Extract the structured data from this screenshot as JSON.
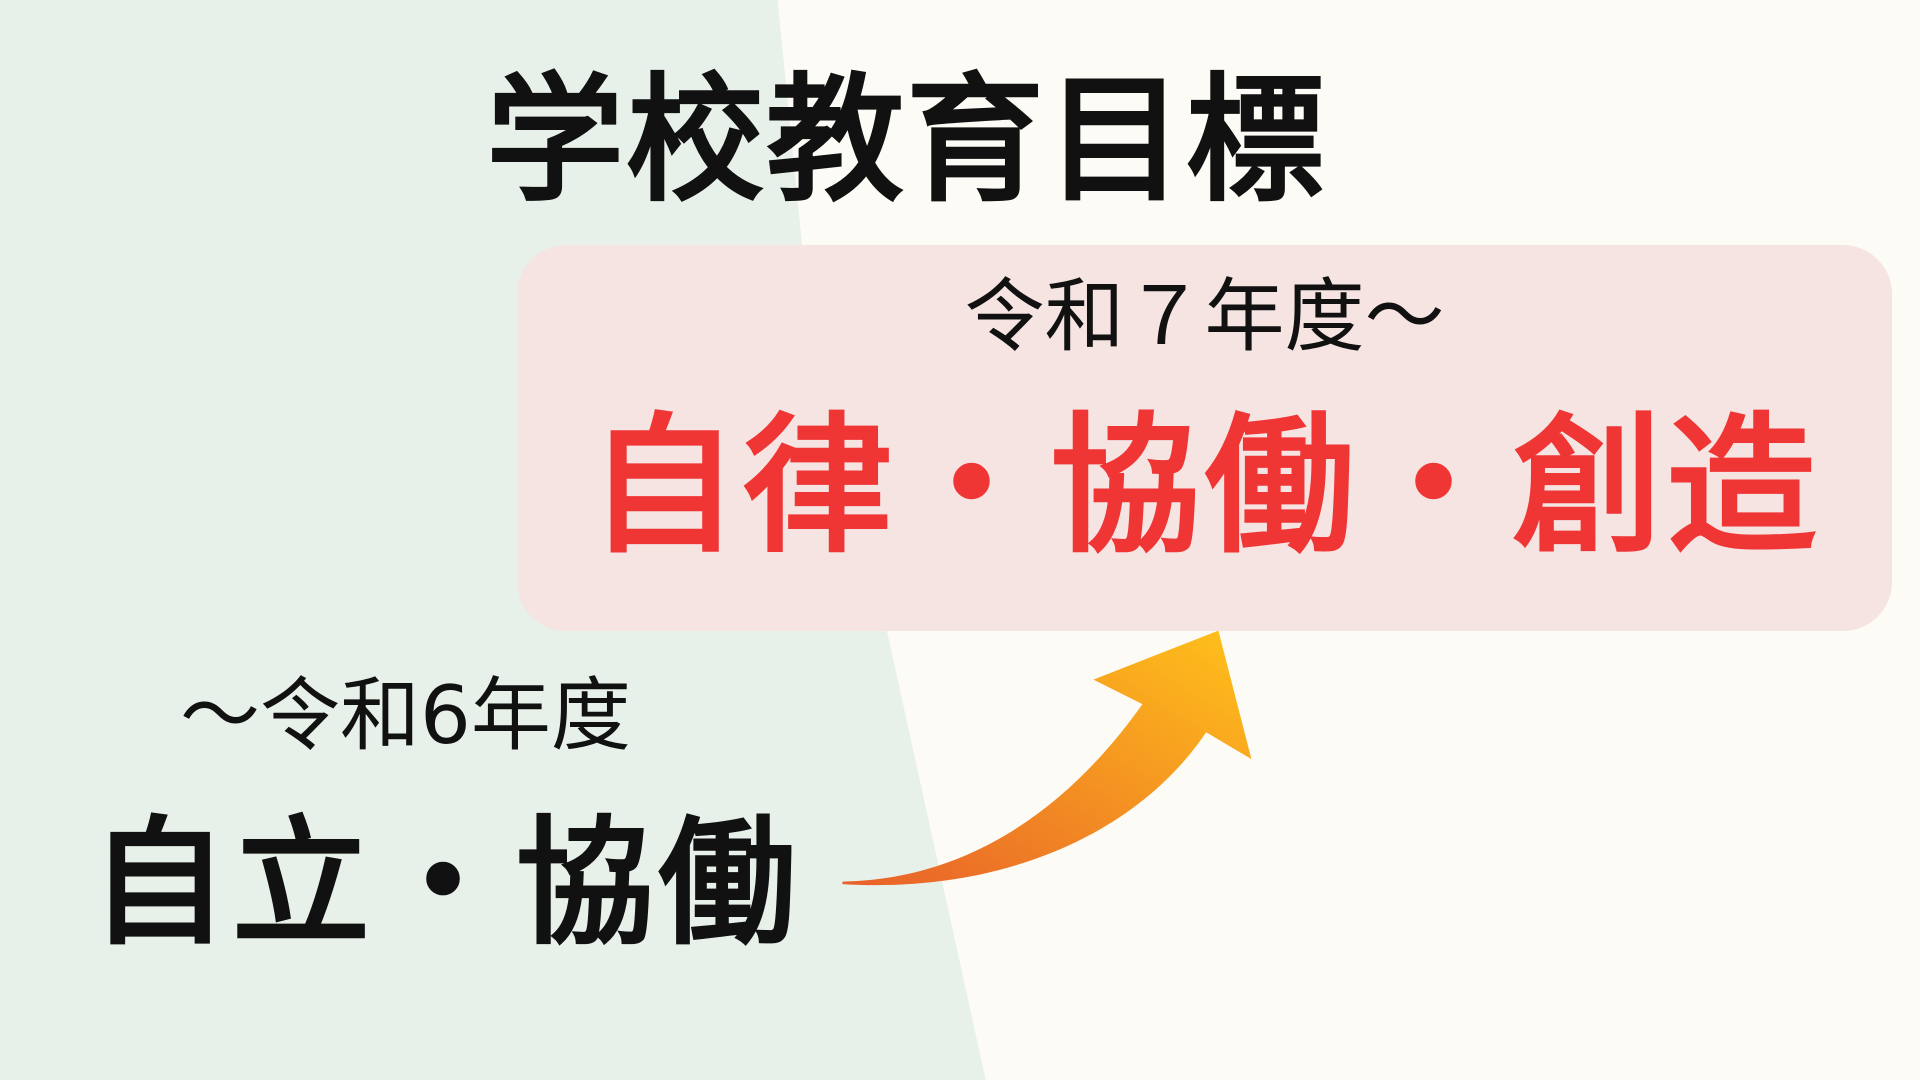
{
  "title": "学校教育目標",
  "current": {
    "period": "令和７年度〜",
    "goal": "自律・協働・創造"
  },
  "previous": {
    "period": "〜令和6年度",
    "goal": "自立・協働"
  },
  "colors": {
    "left_background": "#e8f0ea",
    "right_background": "#fdfbf5",
    "box_background": "#f5e4e2",
    "accent_red": "#f03535",
    "arrow_start": "#e8602a",
    "arrow_end": "#ffc21a"
  }
}
